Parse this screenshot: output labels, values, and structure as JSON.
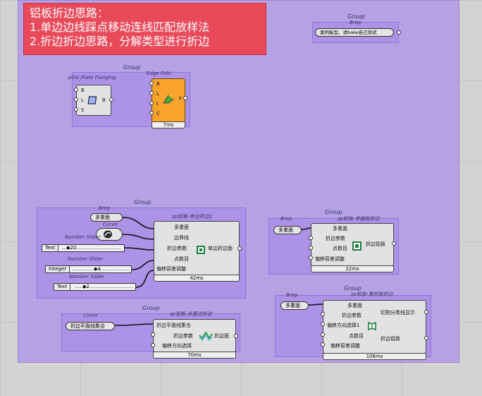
{
  "header": {
    "lines": [
      "铝板折边思路：",
      "1.单边边线踩点移动连线匹配放样法",
      "2.折边折边思路，分解类型进行折边"
    ]
  },
  "groups": {
    "label": "Group"
  },
  "top_brep": {
    "title": "Brep",
    "label": "案例板型，请bake自己测试"
  },
  "flanging": {
    "title": "pOd_Plate Flanging",
    "inputs": [
      "B",
      "L",
      "S"
    ],
    "output": "B"
  },
  "edgefold": {
    "title": "Edge Fold",
    "inputs": [
      "B",
      "L",
      "t",
      "C"
    ],
    "output": "F",
    "time": "7ms"
  },
  "comp1": {
    "title": "zp铝板-单边折边1",
    "brep_title": "Brep",
    "brep_label": "多重面",
    "curve_title": "Curve",
    "inputs": [
      "多重面",
      "边界线",
      "折边参数",
      "点数目",
      "偏移容差调整"
    ],
    "output": "单边折边面",
    "time": "42ms",
    "sliders": [
      {
        "title": "Number Slider",
        "tag": "Text",
        "value": "20"
      },
      {
        "title": "Number Slider",
        "tag": "Integer",
        "value": "4"
      },
      {
        "title": "Number Slider",
        "tag": "Text",
        "value": "2"
      }
    ]
  },
  "comp2": {
    "title": "zp铝板-单面板折边",
    "brep_title": "Brep",
    "brep_label": "多重面",
    "inputs": [
      "多重面",
      "折边参数",
      "点数目",
      "偏移容差调整"
    ],
    "output": "折边铝板",
    "time": "22ms"
  },
  "comp3": {
    "title": "zp铝板-多重边折边",
    "curve_title": "Curve",
    "curve_label": "折边平面线集合",
    "inputs": [
      "折边平面线集合",
      "折边参数",
      "偏移方向选择"
    ],
    "output": "折边面",
    "time": "70ms"
  },
  "comp4": {
    "title": "zp铝板-直折板折边",
    "brep_title": "Brep",
    "brep_label": "多重面",
    "inputs": [
      "多重面",
      "折边参数",
      "偏移方向选择1",
      "点数目",
      "偏移容差调整"
    ],
    "outputs": [
      "切割分类线显示",
      "折边铝板"
    ],
    "time": "106ms"
  }
}
